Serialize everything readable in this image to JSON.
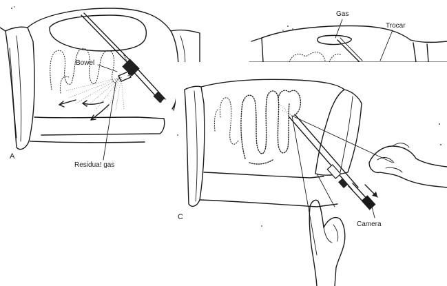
{
  "panels": {
    "a": {
      "letter": "A",
      "labels": {
        "bowel": "Bowel",
        "residual_gas": "Residua! gas"
      }
    },
    "b": {
      "labels": {
        "gas": "Gas",
        "trocar": "Trocar"
      }
    },
    "c": {
      "letter": "C",
      "labels": {
        "camera": "Camera"
      }
    }
  }
}
